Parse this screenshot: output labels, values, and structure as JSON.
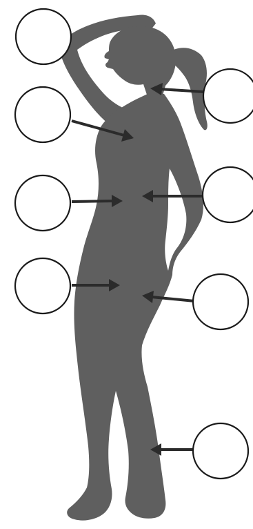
{
  "figure": {
    "silhouette_color": "#5f5f5f",
    "background_color": "#ffffff",
    "circle_stroke_color": "#1a1a1a",
    "arrow_color": "#2b2b2b"
  },
  "labels": [
    {
      "id": "head",
      "text": ""
    },
    {
      "id": "neck",
      "text": ""
    },
    {
      "id": "chest",
      "text": ""
    },
    {
      "id": "waist",
      "text": ""
    },
    {
      "id": "belly",
      "text": ""
    },
    {
      "id": "hip",
      "text": ""
    },
    {
      "id": "pelvis",
      "text": ""
    },
    {
      "id": "calf",
      "text": ""
    }
  ]
}
